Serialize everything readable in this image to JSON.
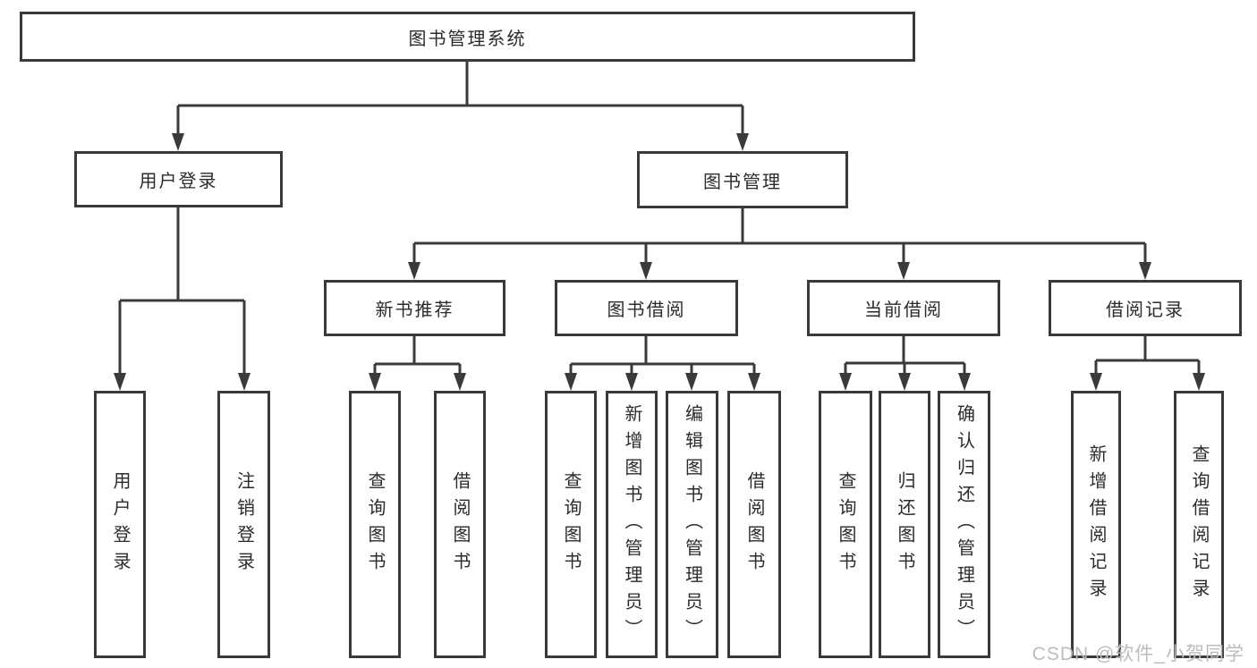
{
  "diagram": {
    "root": {
      "label": "图书管理系统"
    },
    "level2": [
      {
        "label": "用户登录"
      },
      {
        "label": "图书管理"
      }
    ],
    "level3": [
      {
        "label": "新书推荐"
      },
      {
        "label": "图书借阅"
      },
      {
        "label": "当前借阅"
      },
      {
        "label": "借阅记录"
      }
    ],
    "leaves": [
      {
        "label": "用户登录"
      },
      {
        "label": "注销登录"
      },
      {
        "label": "查询图书"
      },
      {
        "label": "借阅图书"
      },
      {
        "label": "查询图书"
      },
      {
        "label": "新增图书（管理员）"
      },
      {
        "label": "编辑图书（管理员）"
      },
      {
        "label": "借阅图书"
      },
      {
        "label": "查询图书"
      },
      {
        "label": "归还图书"
      },
      {
        "label": "确认归还（管理员）"
      },
      {
        "label": "新增借阅记录"
      },
      {
        "label": "查询借阅记录"
      }
    ],
    "colors": {
      "line": "#3a3a3a",
      "text": "#2b2b2b",
      "background": "#ffffff",
      "watermark": "#bcbcbc"
    },
    "watermark": "CSDN @软件_小贺同学"
  }
}
